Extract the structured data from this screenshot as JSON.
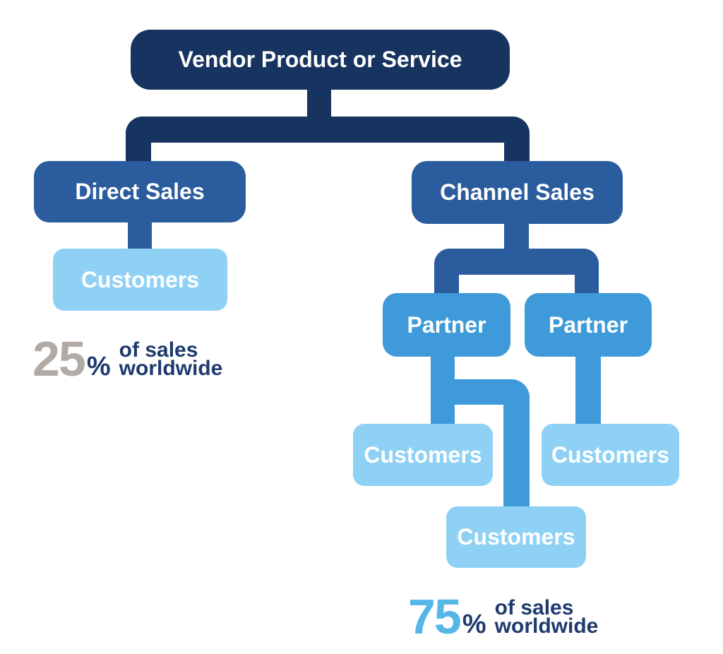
{
  "diagram": {
    "nodes": {
      "vendor": {
        "label": "Vendor Product or Service"
      },
      "direct_sales": {
        "label": "Direct Sales"
      },
      "channel_sales": {
        "label": "Channel Sales"
      },
      "partner_left": {
        "label": "Partner"
      },
      "partner_right": {
        "label": "Partner"
      },
      "customers_direct": {
        "label": "Customers"
      },
      "customers_left": {
        "label": "Customers"
      },
      "customers_middle": {
        "label": "Customers"
      },
      "customers_right": {
        "label": "Customers"
      }
    },
    "edges": [
      [
        "vendor",
        "direct_sales"
      ],
      [
        "vendor",
        "channel_sales"
      ],
      [
        "direct_sales",
        "customers_direct"
      ],
      [
        "channel_sales",
        "partner_left"
      ],
      [
        "channel_sales",
        "partner_right"
      ],
      [
        "partner_left",
        "customers_left"
      ],
      [
        "partner_left",
        "customers_middle"
      ],
      [
        "partner_right",
        "customers_right"
      ]
    ],
    "stats": {
      "direct": {
        "number": "25",
        "unit": "%",
        "line1": "of sales",
        "line2": "worldwide"
      },
      "channel": {
        "number": "75",
        "unit": "%",
        "line1": "of sales",
        "line2": "worldwide"
      }
    }
  },
  "colors": {
    "navy": "#17335f",
    "medium_blue": "#2b5c9e",
    "partner_blue": "#3e9ad8",
    "light_blue": "#8fd1f5",
    "gray_number": "#b2aaa5",
    "blue_number": "#55b7e8",
    "text_navy": "#1e3a6e",
    "box_text": "#ffffff",
    "background": "#ffffff"
  }
}
